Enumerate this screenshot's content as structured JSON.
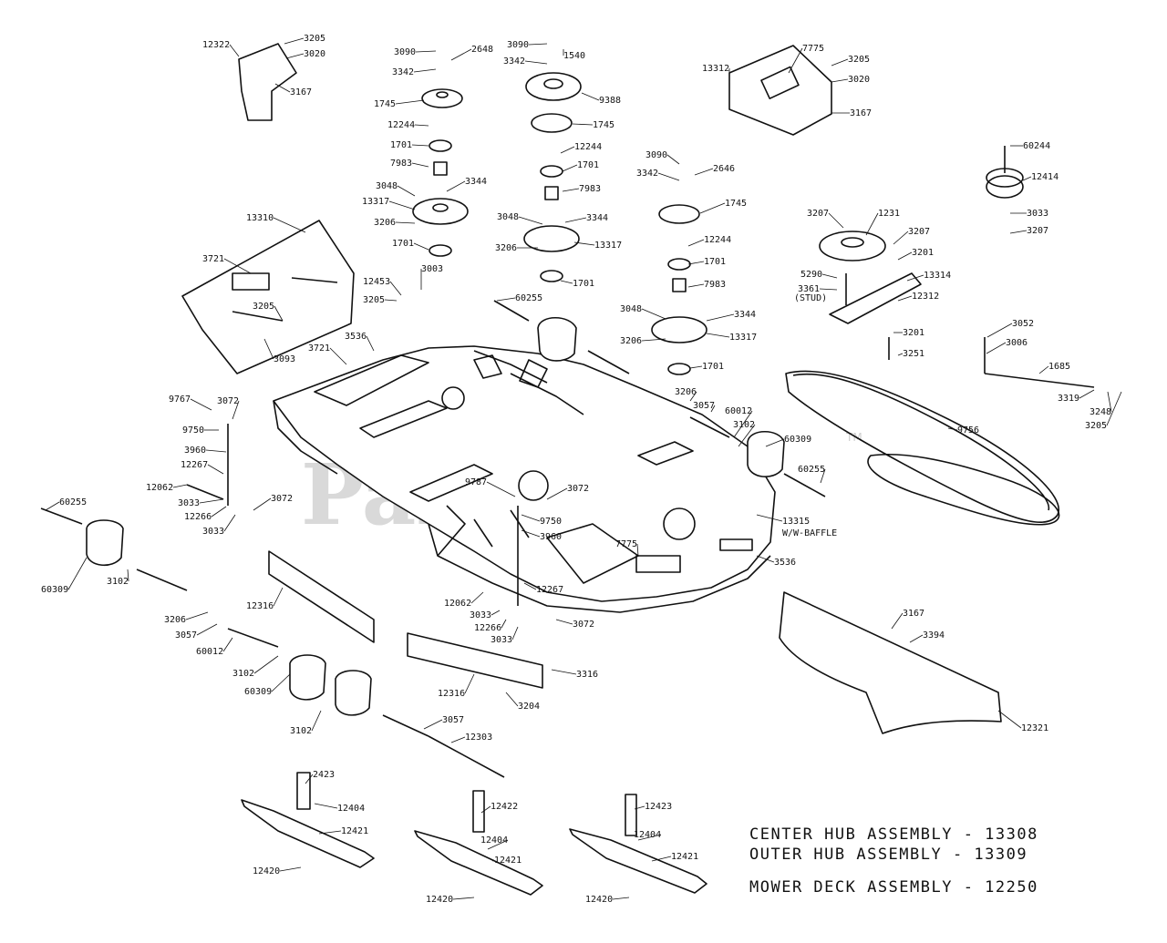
{
  "watermark": {
    "text": "PartsTree",
    "tm": "TM"
  },
  "assemblies": [
    "CENTER HUB ASSEMBLY - 13308",
    "OUTER HUB ASSEMBLY - 13309",
    "MOWER DECK ASSEMBLY - 12250"
  ],
  "callouts": [
    "12322",
    "3205",
    "3020",
    "3167",
    "3090",
    "3342",
    "2648",
    "1745",
    "12244",
    "1701",
    "7983",
    "3048",
    "3344",
    "13317",
    "3206",
    "1701",
    "3090",
    "1540",
    "3342",
    "9388",
    "1745",
    "12244",
    "1701",
    "7983",
    "3048",
    "3344",
    "3206",
    "13317",
    "1701",
    "13312",
    "7775",
    "3205",
    "3020",
    "3167",
    "60244",
    "12414",
    "3033",
    "3207",
    "3090",
    "3342",
    "2646",
    "1745",
    "12244",
    "1701",
    "7983",
    "3048",
    "3344",
    "3206",
    "13317",
    "1701",
    "3207",
    "1231",
    "3207",
    "3201",
    "5290",
    "3361",
    "(STUD)",
    "13314",
    "12312",
    "3201",
    "3251",
    "13310",
    "3721",
    "3205",
    "3093",
    "12453",
    "3003",
    "3205",
    "3536",
    "3721",
    "60255",
    "3052",
    "3006",
    "1685",
    "3319",
    "3248",
    "3205",
    "9756",
    "9767",
    "3072",
    "9750",
    "3960",
    "12267",
    "12062",
    "3033",
    "12266",
    "3033",
    "3072",
    "3206",
    "3057",
    "60012",
    "3102",
    "60309",
    "60255",
    "9787",
    "3072",
    "9750",
    "3960",
    "13315",
    "W/W-BAFFLE",
    "7775",
    "3536",
    "60255",
    "60309",
    "3102",
    "12316",
    "3206",
    "3057",
    "60012",
    "3102",
    "60309",
    "3102",
    "12062",
    "3033",
    "12266",
    "3033",
    "3072",
    "12267",
    "12316",
    "3316",
    "3204",
    "3057",
    "12303",
    "3167",
    "3394",
    "12321",
    "2423",
    "12404",
    "12421",
    "12420",
    "12422",
    "12404",
    "12421",
    "12420",
    "12423",
    "12404",
    "12421",
    "12420"
  ]
}
